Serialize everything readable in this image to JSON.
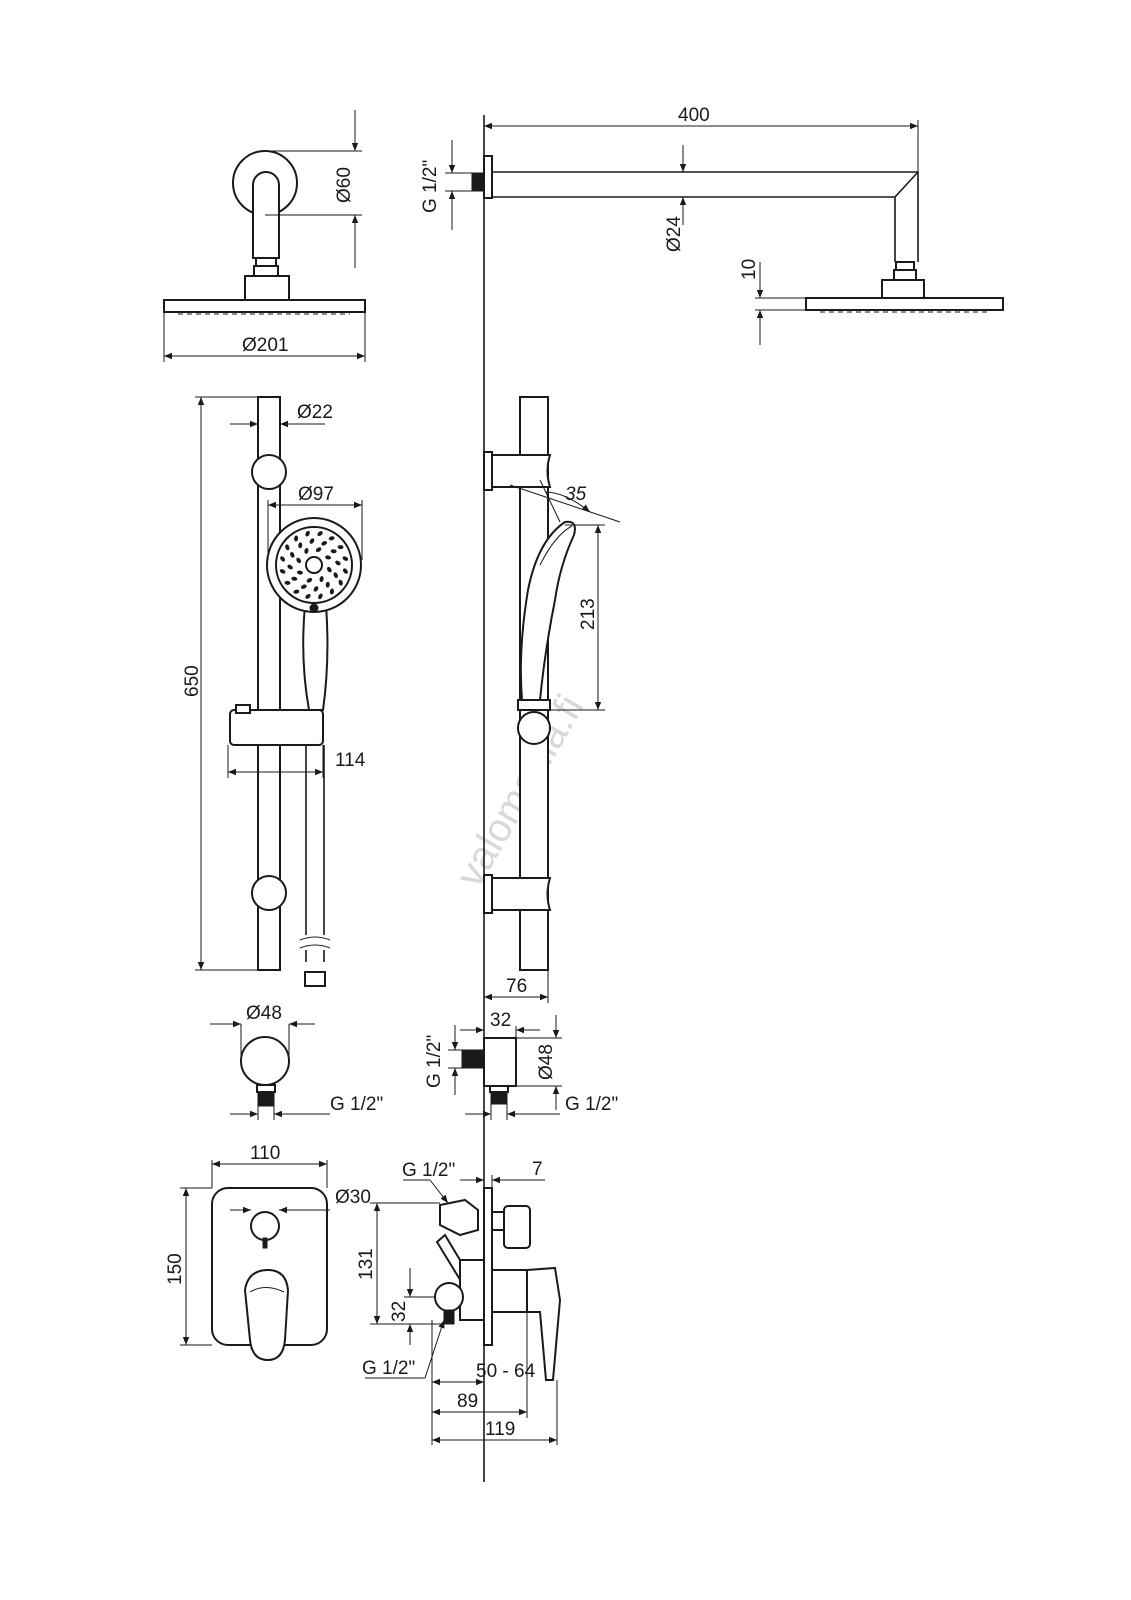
{
  "watermark": "valomania.fi",
  "overhead_shower": {
    "arm_length": "400",
    "thread": "G 1/2\"",
    "arm_diameter": "Ø24",
    "head_height": "10",
    "flange_diameter": "Ø60",
    "head_diameter": "Ø201"
  },
  "slide_bar": {
    "rod_diameter": "Ø22",
    "hand_shower_diameter": "Ø97",
    "bar_length": "650",
    "slider_width": "114",
    "tilt_angle": "35",
    "hand_shower_length": "213",
    "wall_distance": "76"
  },
  "wall_outlet": {
    "diameter_front": "Ø48",
    "thread_front": "G 1/2\"",
    "depth": "32",
    "thread_side_inlet": "G 1/2\"",
    "diameter_side": "Ø48",
    "thread_side_outlet": "G 1/2\""
  },
  "mixer": {
    "plate_width": "110",
    "plate_height": "150",
    "diverter_diameter": "Ø30",
    "thread_top": "G 1/2\"",
    "plate_thickness": "7",
    "body_height": "131",
    "inlet_offset": "32",
    "thread_bottom": "G 1/2\"",
    "install_depth": "50 - 64",
    "depth_89": "89",
    "depth_119": "119"
  }
}
